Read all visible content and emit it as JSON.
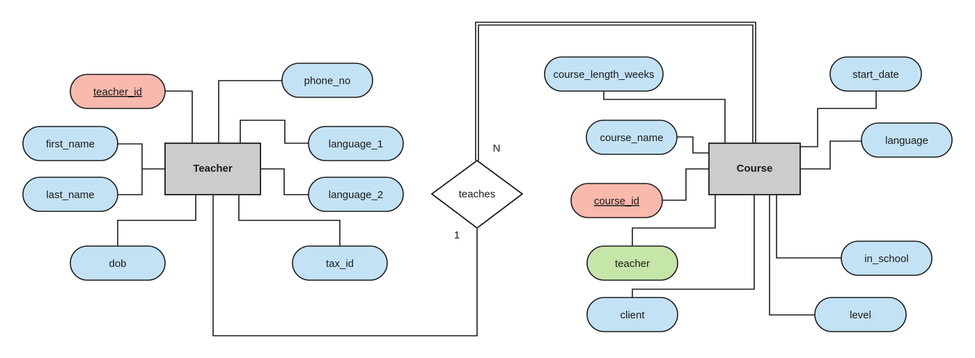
{
  "colors": {
    "attribute": "#c3e2f5",
    "key_attribute": "#f9b9ad",
    "foreign_attribute": "#c6e5a9",
    "entity": "#cccccc",
    "stroke": "#1a1a1a"
  },
  "entities": {
    "teacher": "Teacher",
    "course": "Course"
  },
  "relationship": {
    "label": "teaches",
    "card_top": "N",
    "card_bottom": "1"
  },
  "teacher_attrs": {
    "teacher_id": "teacher_id",
    "first_name": "first_name",
    "last_name": "last_name",
    "dob": "dob",
    "phone_no": "phone_no",
    "language_1": "language_1",
    "language_2": "language_2",
    "tax_id": "tax_id"
  },
  "course_attrs": {
    "course_length_weeks": "course_length_weeks",
    "course_name": "course_name",
    "course_id": "course_id",
    "teacher": "teacher",
    "client": "client",
    "start_date": "start_date",
    "language": "language",
    "in_school": "in_school",
    "level": "level"
  }
}
